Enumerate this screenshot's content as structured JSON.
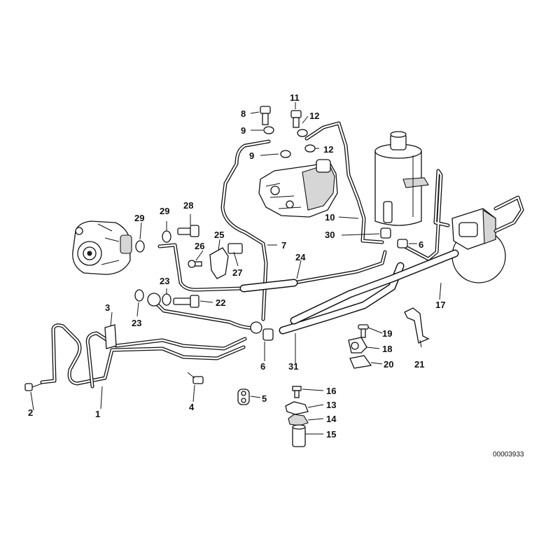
{
  "reference_number": "00003933",
  "callouts": {
    "c1": "1",
    "c2": "2",
    "c3": "3",
    "c4": "4",
    "c5": "5",
    "c6": "6",
    "c7": "7",
    "c8": "8",
    "c9": "9",
    "c10": "10",
    "c11": "11",
    "c12": "12",
    "c13": "13",
    "c14": "14",
    "c15": "15",
    "c16": "16",
    "c17": "17",
    "c18": "18",
    "c19": "19",
    "c20": "20",
    "c21": "21",
    "c22": "22",
    "c23": "23",
    "c24": "24",
    "c25": "25",
    "c26": "26",
    "c27": "27",
    "c28": "28",
    "c29": "29",
    "c30": "30",
    "c31": "31"
  },
  "colors": {
    "line": "#111111",
    "background": "#ffffff",
    "shade": "#d6d6d6"
  }
}
